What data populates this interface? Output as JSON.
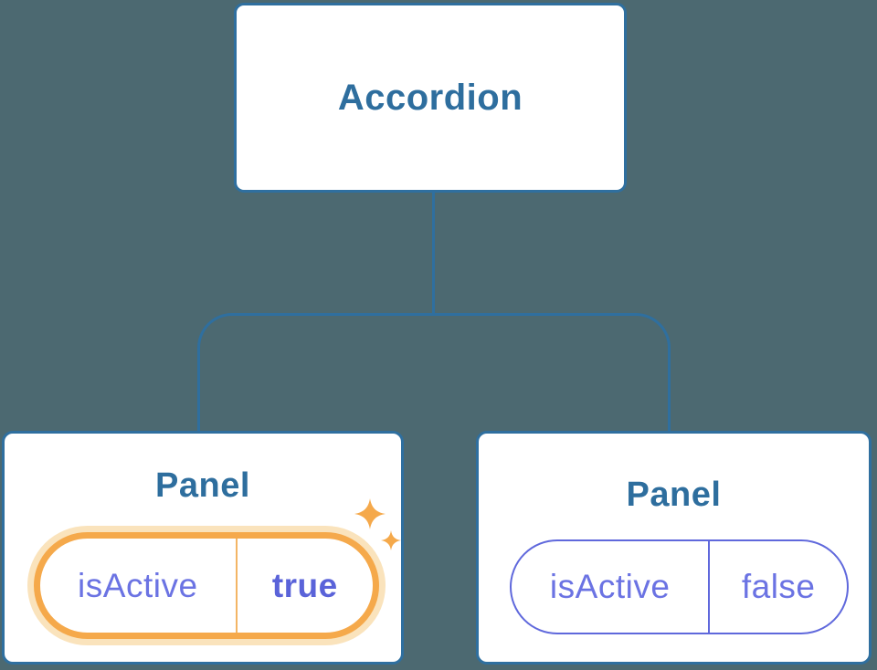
{
  "colors": {
    "background": "#4C6971",
    "node_border_blue": "#2F6F9F",
    "node_text_blue": "#2E6E9E",
    "state_text_purple": "#6B73E3",
    "state_value_purple_bold": "#5A63D9",
    "inactive_pill_border": "#5F68DC",
    "highlight_orange": "#F5A94B",
    "highlight_halo": "#FAE3BC",
    "node_fill": "#FFFFFF"
  },
  "tree": {
    "root": {
      "label": "Accordion"
    },
    "panels": [
      {
        "label": "Panel",
        "prop_name": "isActive",
        "prop_value": "true",
        "state": "active",
        "icon": "sparkle-icon"
      },
      {
        "label": "Panel",
        "prop_name": "isActive",
        "prop_value": "false",
        "state": "inactive"
      }
    ]
  }
}
